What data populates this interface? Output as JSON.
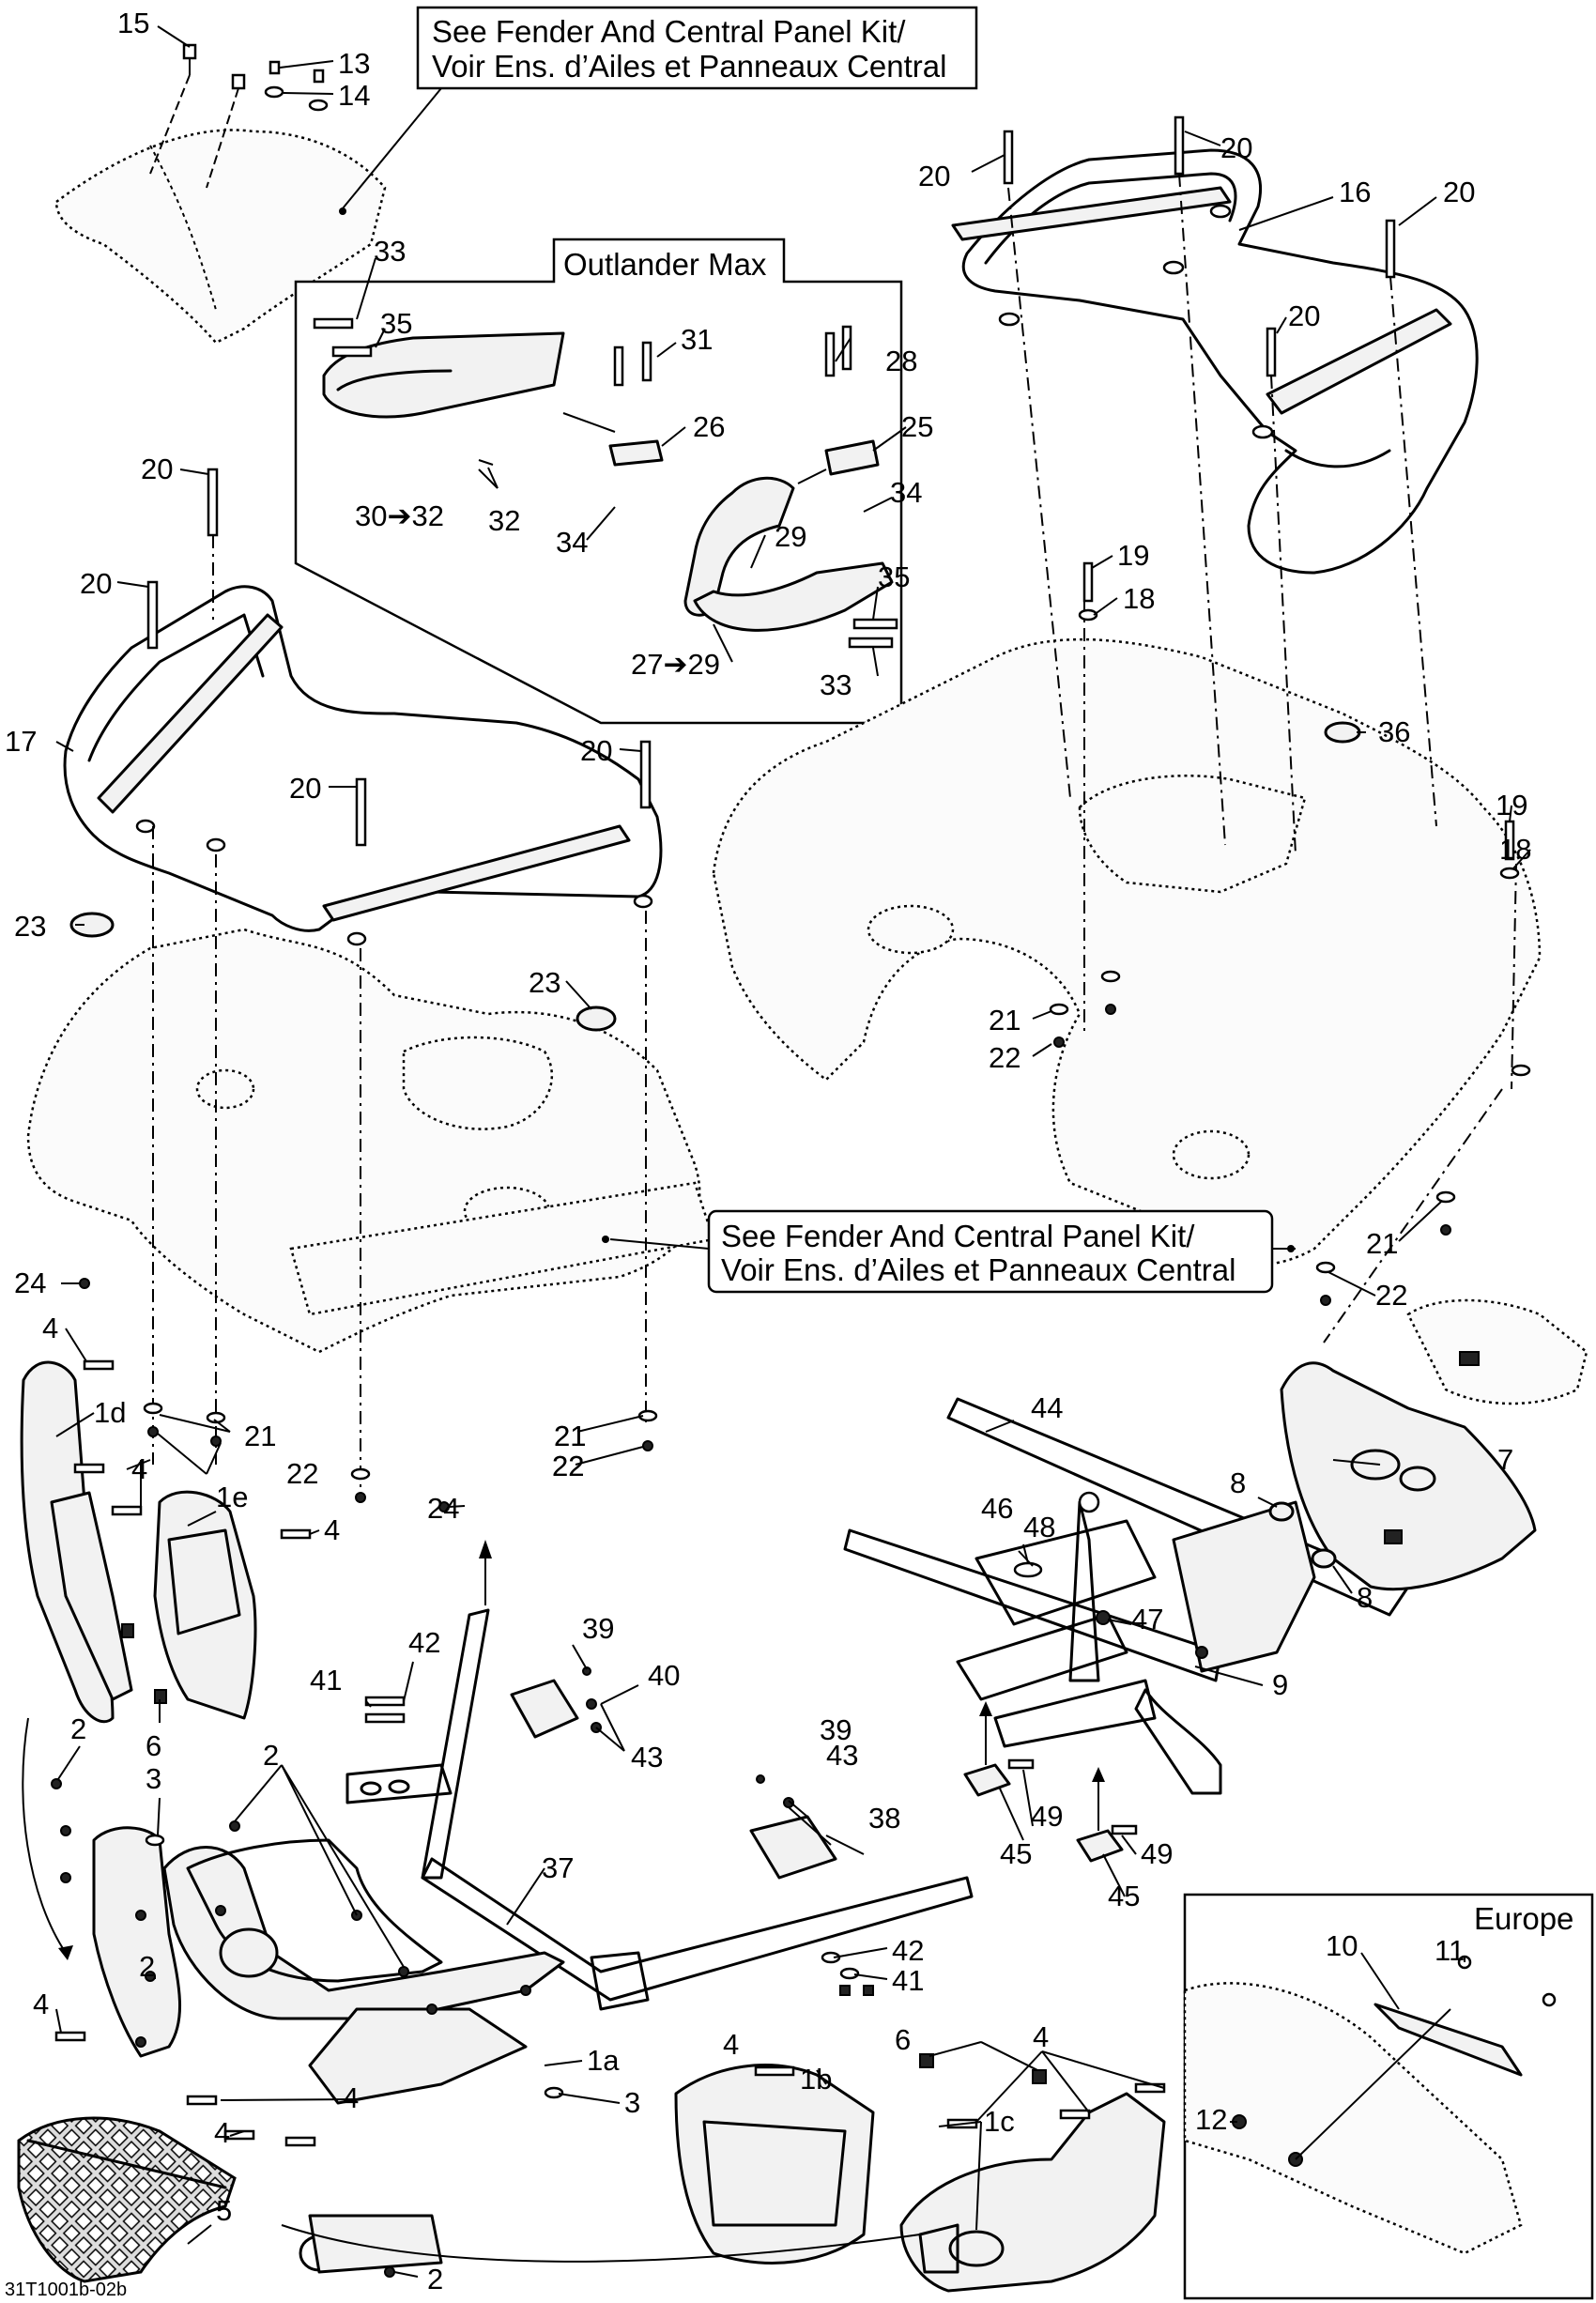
{
  "notes": {
    "top_box_line1": "See Fender And Central Panel Kit/",
    "top_box_line2": "Voir Ens. d’Ailes et Panneaux Central",
    "mid_box_line1": "See Fender And Central Panel Kit/",
    "mid_box_line2": "Voir Ens. d’Ailes et Panneaux Central",
    "outlander_title": "Outlander Max",
    "europe_title": "Europe",
    "reference": "31T1001b-02b"
  },
  "callouts": [
    "15",
    "13",
    "14",
    "20",
    "20",
    "20",
    "16",
    "20",
    "33",
    "35",
    "31",
    "28",
    "26",
    "25",
    "30➔32",
    "32",
    "34",
    "34",
    "29",
    "35",
    "27➔29",
    "33",
    "20",
    "20",
    "17",
    "20",
    "20",
    "19",
    "18",
    "36",
    "19",
    "18",
    "23",
    "23",
    "21",
    "22",
    "24",
    "21",
    "22",
    "21",
    "22",
    "4",
    "1d",
    "4",
    "1e",
    "4",
    "21",
    "22",
    "24",
    "21",
    "22",
    "44",
    "7",
    "8",
    "8",
    "46",
    "48",
    "47",
    "9",
    "39",
    "42",
    "40",
    "41",
    "43",
    "6",
    "2",
    "3",
    "2",
    "39",
    "43",
    "38",
    "37",
    "42",
    "41",
    "49",
    "45",
    "49",
    "45",
    "2",
    "4",
    "1a",
    "4",
    "3",
    "4",
    "1b",
    "6",
    "4",
    "1c",
    "4",
    "5",
    "2",
    "11",
    "10",
    "12"
  ]
}
